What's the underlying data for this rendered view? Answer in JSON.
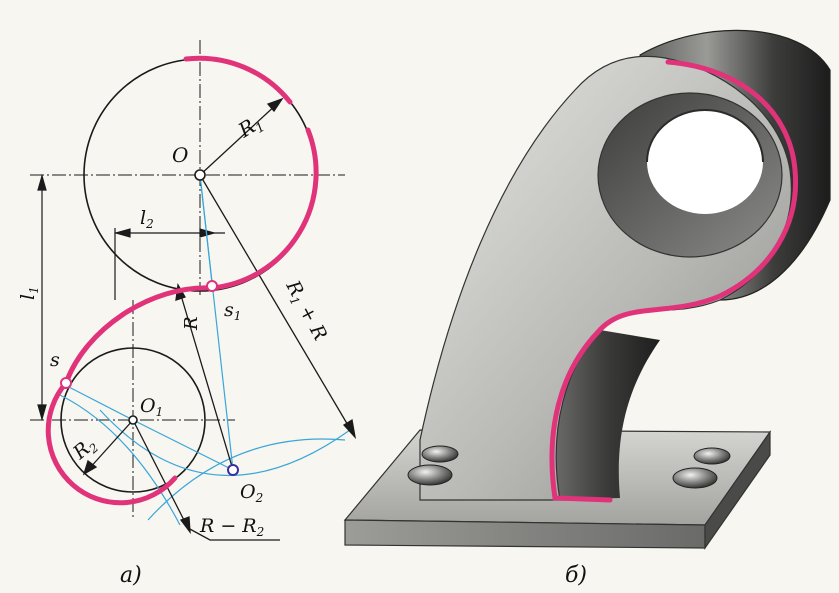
{
  "figure_a": {
    "caption": "а)",
    "labels": {
      "center_big": "O",
      "center_small": "O",
      "center_small_sub": "1",
      "center_arc": "O",
      "center_arc_sub": "2",
      "radius_big": "R",
      "radius_big_sub": "1",
      "radius_small": "R",
      "radius_small_sub": "2",
      "dim_l1": "l",
      "dim_l1_sub": "1",
      "dim_l2": "l",
      "dim_l2_sub": "2",
      "point_s": "s",
      "point_s1": "s",
      "point_s1_sub": "1",
      "radius_R": "R",
      "sum_label_a": "R",
      "sum_label_sub": "1",
      "sum_label_b": " + R",
      "diff_label_a": "R − R",
      "diff_label_sub": "2"
    }
  },
  "figure_b": {
    "caption": "б)"
  },
  "colors": {
    "contour": "#e0337a",
    "construction": "#3aa6d8",
    "line": "#1a1a1a",
    "metal_light": "#d9d9d6",
    "metal_dark": "#4a4a4a"
  }
}
